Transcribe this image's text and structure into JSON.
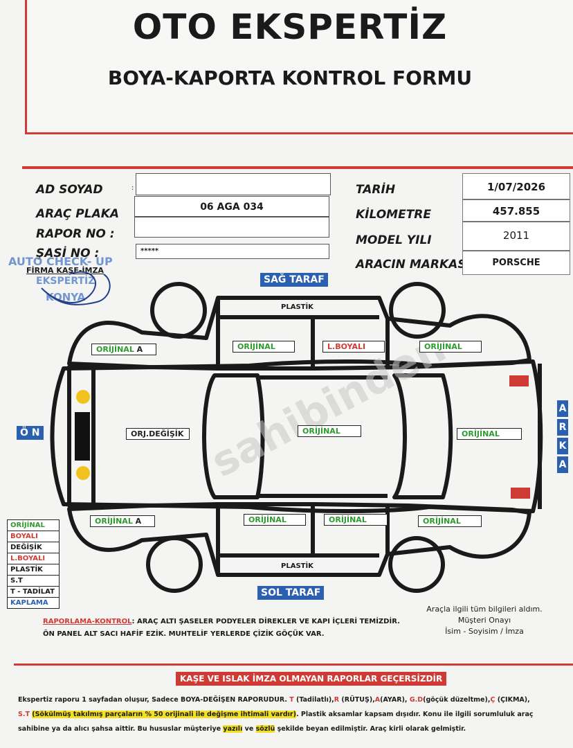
{
  "header": {
    "title": "OTO EKSPERTİZ",
    "subtitle": "BOYA-KAPORTA KONTROL FORMU"
  },
  "fields": {
    "ad_soyad_label": "AD SOYAD",
    "arac_plaka_label": "ARAÇ PLAKA",
    "arac_plaka_value": "06 AGA 034",
    "rapor_no_label": "RAPOR NO :",
    "sasi_no_label": "ŞASİ NO :",
    "sasi_no_value": "*****",
    "firma_label": "FİRMA KAŞE-İMZA",
    "tarih_label": "TARİH",
    "tarih_value": "1/07/2026",
    "kilometre_label": "KİLOMETRE",
    "kilometre_value": "457.855",
    "model_yili_label": "MODEL YILI",
    "model_yili_value": "2011",
    "marka_label": "ARACIN MARKASI",
    "marka_value": "PORSCHE"
  },
  "stamp": {
    "line1": "AUTO CHECK- UP",
    "line2": "EKSPERTİZ",
    "line3": "KONYA"
  },
  "diagram": {
    "sag_taraf": "SAĞ TARAF",
    "sol_taraf": "SOL TARAF",
    "on": "Ö N",
    "arka": [
      "A",
      "R",
      "K",
      "A"
    ],
    "plastik_top": "PLASTİK",
    "plastik_bottom": "PLASTİK",
    "watermark": "sahibinden",
    "parts": {
      "right_front_fender": "ORİJİNAL",
      "right_front_fender_code": "A",
      "right_front_door": "ORİJİNAL",
      "right_rear_door": "L.BOYALI",
      "right_rear_fender": "ORİJİNAL",
      "hood": "ORJ.DEĞİŞİK",
      "roof": "ORİJİNAL",
      "trunk": "ORİJİNAL",
      "left_front_fender": "ORİJİNAL",
      "left_front_fender_code": "A",
      "left_front_door": "ORİJİNAL",
      "left_rear_door": "ORİJİNAL",
      "left_rear_fender": "ORİJİNAL"
    }
  },
  "legend": [
    "ORİJİNAL",
    "BOYALI",
    "DEĞİŞİK",
    "L.BOYALI",
    "PLASTİK",
    "S.T",
    "T - TADİLAT",
    "KAPLAMA"
  ],
  "notes": {
    "label": "RAPORLAMA-KONTROL",
    "line1": ": ARAÇ ALTI ŞASELER PODYELER DİREKLER VE KAPI İÇLERİ TEMİZDİR.",
    "line2": "ÖN PANEL ALT SACI HAFİF EZİK. MUHTELİF YERLERDE ÇİZİK GÖÇÜK VAR."
  },
  "approval": {
    "line1": "Araçla ilgili tüm bilgileri aldım.",
    "line2": "Müşteri Onayı",
    "line3": "İsim - Soyisim / İmza"
  },
  "warning": "KAŞE VE ISLAK İMZA OLMAYAN RAPORLAR GEÇERSİZDİR",
  "footer": {
    "p1_a": "Ekspertiz raporu 1 sayfadan oluşur, Sadece BOYA-DEĞİŞEN RAPORUDUR. ",
    "p1_t": "T",
    "p1_b": " (Tadilatlı),",
    "p1_r": "R",
    "p1_c": " (RÜTUŞ),",
    "p1_a2": "A",
    "p1_d": "(AYAR), ",
    "p1_gd": "G.D",
    "p1_e": "(göçük düzeltme),",
    "p1_c2": "Ç",
    "p1_f": " (ÇIKMA),",
    "p2_st": "S.T",
    "p2_hl": "(Sökülmüş takılmış parçaların % 50 orijinali ile değişme ihtimali vardır)",
    "p2_rest": ". Plastik aksamlar kapsam dışıdır. Konu ile ilgili sorumluluk araç",
    "p3_a": "sahibine ya da alıcı şahsa aittir. Bu hususlar müşteriye ",
    "p3_y": "yazılı",
    "p3_ve": " ve ",
    "p3_s": "sözlü",
    "p3_b": " şekilde beyan edilmiştir. Araç kirli olarak gelmiştir."
  },
  "colors": {
    "red": "#d03a35",
    "blue": "#2b5fb0",
    "green": "#2f9a2f",
    "yellow": "#f2c21c",
    "highlight": "#f3e020"
  }
}
